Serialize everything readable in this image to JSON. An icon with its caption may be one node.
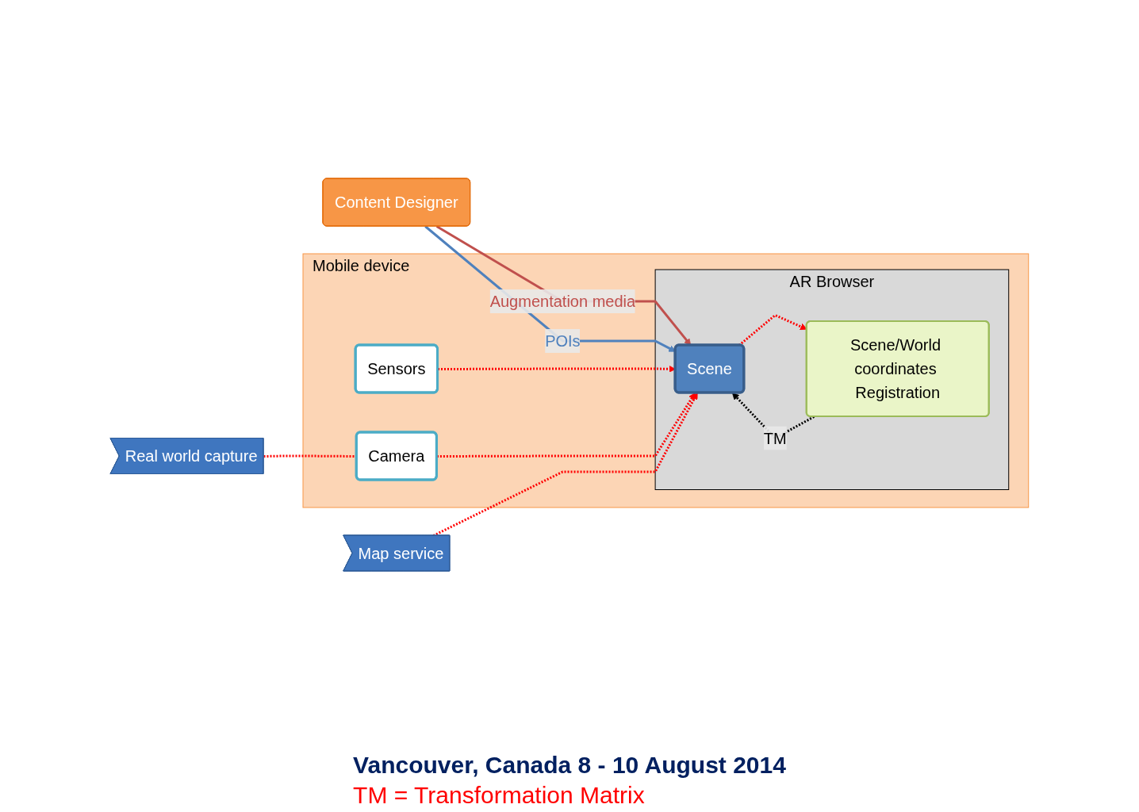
{
  "diagram": {
    "nodes": [
      {
        "text": [
          "Mobile device"
        ]
      },
      {
        "text": [
          "Sensors"
        ],
        "in": 0
      },
      {
        "text": [
          "AR Browser"
        ],
        "in": 0
      },
      {
        "text": [
          "Scene"
        ],
        "in": 2
      },
      {
        "text": [
          "Scene/World coordinates Registration"
        ],
        "in": 2
      },
      {
        "text": [
          "Camera"
        ],
        "in": 0
      },
      {
        "text": [
          "Content Designer"
        ]
      },
      {
        "text": [
          "Real world capture"
        ]
      },
      {
        "text": [
          "Map service"
        ]
      }
    ],
    "edges": [
      {
        "from": 6,
        "to": 3,
        "arrow": "to",
        "label": "Augmentation media",
        "color": "#c0504d"
      },
      {
        "from": 6,
        "to": 3,
        "arrow": "to",
        "label": "POIs",
        "color": "#4f81bd"
      },
      {
        "from": 1,
        "to": 3,
        "arrow": "to",
        "style": "dashed"
      },
      {
        "from": 4,
        "to": 3,
        "arrow": "to",
        "label": "TM",
        "style": "dashed",
        "color": "#000000"
      },
      {
        "from": 3,
        "to": 4,
        "arrow": "to",
        "style": "dashed"
      },
      {
        "from": 5,
        "to": 3,
        "arrow": "to",
        "style": "dashed"
      },
      {
        "from": 8,
        "to": 3,
        "arrow": "to",
        "style": "dashed"
      },
      {
        "from": 7,
        "to": 5,
        "arrow": "none",
        "style": "dashed"
      }
    ],
    "labels": [
      "Vancouver, Canada 8 - 10 August 2014",
      "TM = Transformation Matrix"
    ]
  }
}
